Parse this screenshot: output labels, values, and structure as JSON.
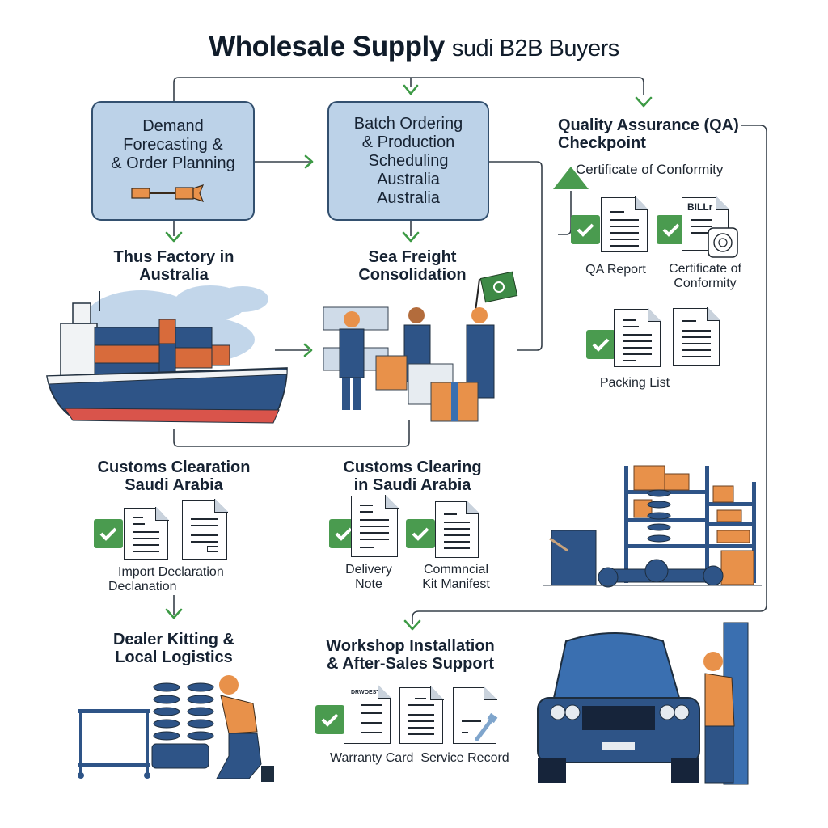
{
  "title": {
    "main": "Wholesale Supply",
    "sub": "sudi B2B Buyers"
  },
  "boxes": {
    "demand": {
      "lines": [
        "Demand",
        "Forecasting &",
        "& Order Planning"
      ],
      "icon": "wrench-icon"
    },
    "batch": {
      "lines": [
        "Batch Ordering",
        "& Production",
        "Scheduling",
        "Australia",
        "Australia"
      ]
    }
  },
  "steps": {
    "factory": {
      "lines": [
        "Thus Factory in",
        "Australia"
      ],
      "illustration": "container-ship"
    },
    "freight": {
      "lines": [
        "Sea Freight",
        "Consolidation"
      ],
      "illustration": "workers-with-cargo"
    },
    "qa": {
      "lines": [
        "Quality Assurance (QA)",
        "Checkpoint"
      ],
      "subtitle": "Certificate of Conformity",
      "docs": [
        {
          "label": "QA Report",
          "checked": true
        },
        {
          "label": "Certificate of Conformity",
          "checked": true,
          "stamp_text": "BILLr"
        },
        {
          "label": "Packing List",
          "checked": true
        }
      ],
      "illustration": "warehouse-shelves-suspension"
    },
    "customs1": {
      "lines": [
        "Customs Clearation",
        "Saudi Arabia"
      ],
      "docs_label_1": "Import Declaration",
      "docs_label_2": "Declanation"
    },
    "customs2": {
      "lines": [
        "Customs Clearing",
        "in Saudi Arabia"
      ],
      "docs": [
        {
          "label_1": "Delivery",
          "label_2": "Note",
          "checked": true
        },
        {
          "label_1": "Commncial",
          "label_2": "Kit Manifest",
          "checked": true
        }
      ]
    },
    "kitting": {
      "lines": [
        "Dealer Kitting &",
        "Local Logistics"
      ],
      "illustration": "mechanic-with-springs"
    },
    "workshop": {
      "lines": [
        "Workshop Installation",
        "& After-Sales Support"
      ],
      "docs_label": "Warranty Card  Service Record",
      "warranty_header": "DRWOESTR",
      "illustration": "mechanic-with-suv"
    }
  },
  "colors": {
    "box_fill": "#bcd2e8",
    "arrow_green": "#3d9a45",
    "navy": "#2c4f80",
    "orange": "#e8914a",
    "check_green": "#4a9b4f"
  }
}
